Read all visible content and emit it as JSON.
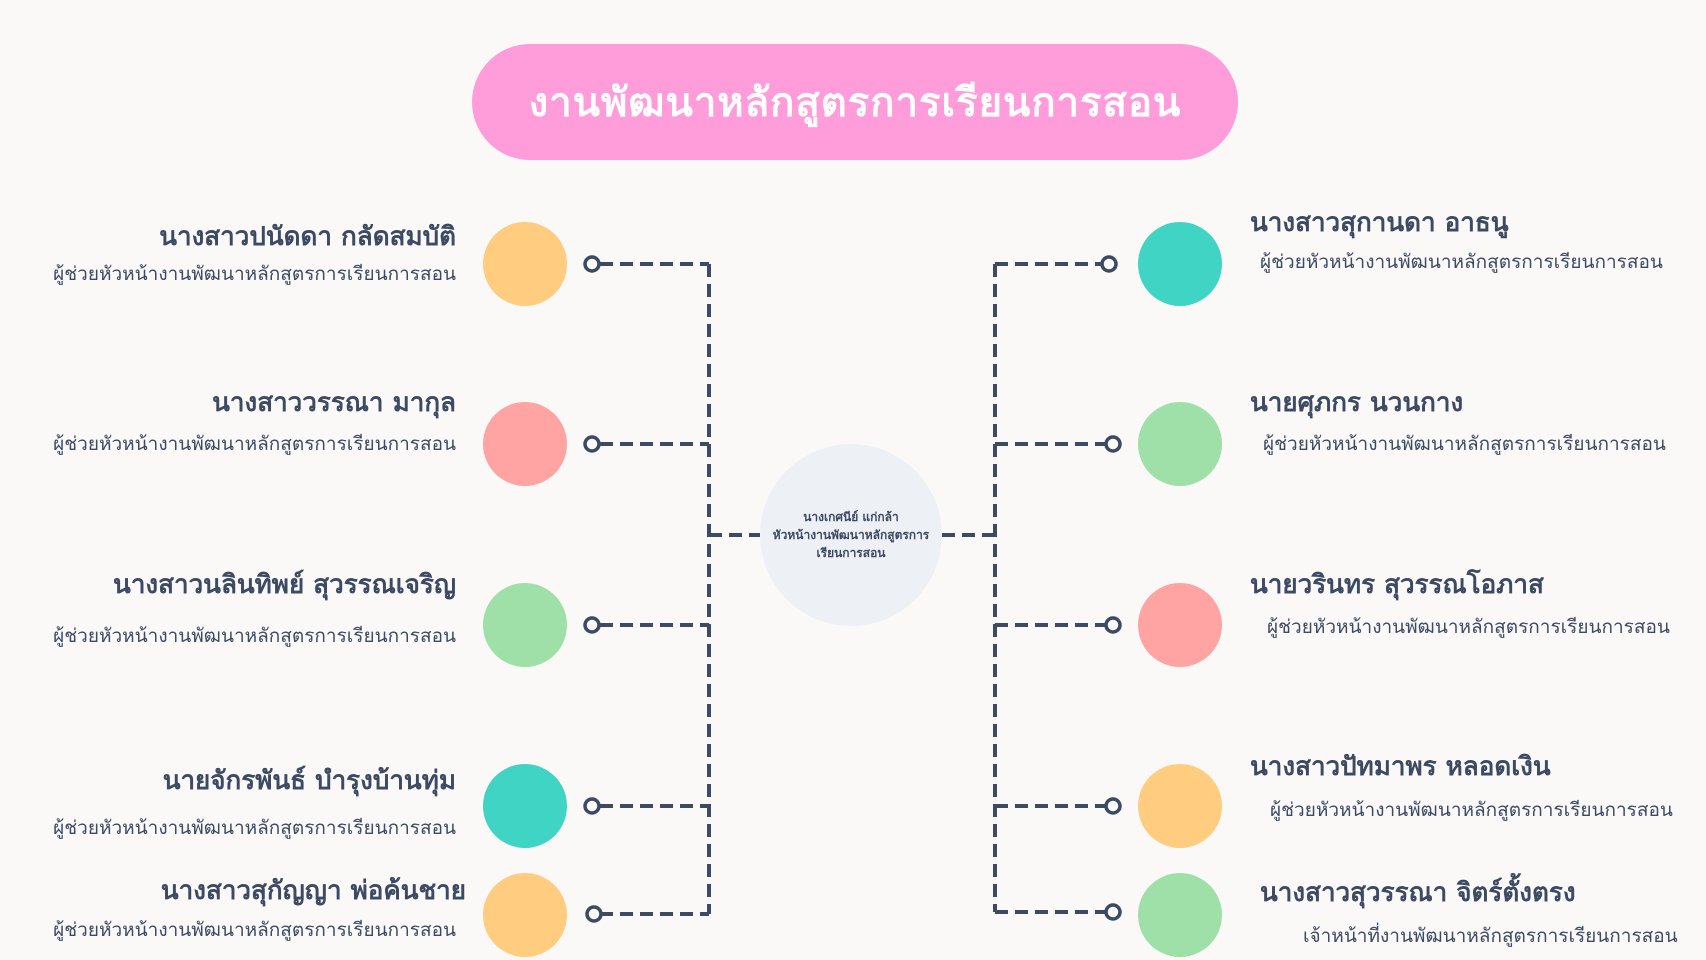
{
  "title": "งานพัฒนาหลักสูตรการเรียนการสอน",
  "center": {
    "name": "นางเกศนีย์ แก่กล้า",
    "role_line1": "หัวหน้างานพัฒนาหลักสูตรการ",
    "role_line2": "เรียนการสอน"
  },
  "colors": {
    "title_pill": "#ff9cd9",
    "orange": "#ffcc80",
    "pink": "#ffa3a3",
    "green": "#9fdfa8",
    "teal": "#3fd4c3",
    "line": "#3c4a63",
    "center_circle": "#edf0f4"
  },
  "left": [
    {
      "name": "นางสาวปนัดดา กลัดสมบัติ",
      "role": "ผู้ช่วยหัวหน้างานพัฒนาหลักสูตรการเรียนการสอน",
      "color": "#ffcc80"
    },
    {
      "name": "นางสาววรรณา มากุล",
      "role": "ผู้ช่วยหัวหน้างานพัฒนาหลักสูตรการเรียนการสอน",
      "color": "#ffa3a3"
    },
    {
      "name": "นางสาวนลินทิพย์ สุวรรณเจริญ",
      "role": "ผู้ช่วยหัวหน้างานพัฒนาหลักสูตรการเรียนการสอน",
      "color": "#9fdfa8"
    },
    {
      "name": "นายจักรพันธ์ บำรุงบ้านทุ่ม",
      "role": "ผู้ช่วยหัวหน้างานพัฒนาหลักสูตรการเรียนการสอน",
      "color": "#3fd4c3"
    },
    {
      "name": "นางสาวสุกัญญา พ่อค้นชาย",
      "role": "ผู้ช่วยหัวหน้างานพัฒนาหลักสูตรการเรียนการสอน",
      "color": "#ffcc80"
    }
  ],
  "right": [
    {
      "name": "นางสาวสุกานดา อาธนู",
      "role": "ผู้ช่วยหัวหน้างานพัฒนาหลักสูตรการเรียนการสอน",
      "color": "#3fd4c3"
    },
    {
      "name": "นายศุภกร นวนกาง",
      "role": "ผู้ช่วยหัวหน้างานพัฒนาหลักสูตรการเรียนการสอน",
      "color": "#9fdfa8"
    },
    {
      "name": "นายวรินทร สุวรรณโอภาส",
      "role": "ผู้ช่วยหัวหน้างานพัฒนาหลักสูตรการเรียนการสอน",
      "color": "#ffa3a3"
    },
    {
      "name": "นางสาวปัทมาพร หลอดเงิน",
      "role": "ผู้ช่วยหัวหน้างานพัฒนาหลักสูตรการเรียนการสอน",
      "color": "#ffcc80"
    },
    {
      "name": "นางสาวสุวรรณา จิตร์ตั้งตรง",
      "role": "เจ้าหน้าที่งานพัฒนาหลักสูตรการเรียนการสอน",
      "color": "#9fdfa8"
    }
  ]
}
